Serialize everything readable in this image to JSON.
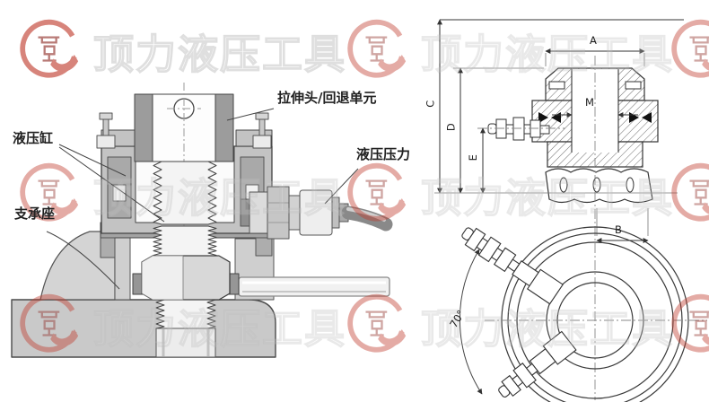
{
  "watermark": {
    "brand": "顶力液压工具",
    "logo": "dingli-circular-swoosh-logo",
    "red": "#c0392b",
    "dark_red": "#8e2a24"
  },
  "diagram": {
    "callouts": {
      "tension_head": "拉伸头/回退单元",
      "cylinder": "液压缸",
      "support_seat": "支承座",
      "hydraulic_pressure": "液压压力"
    },
    "dimensions": {
      "a": "A",
      "m": "M",
      "d": "D",
      "e": "E",
      "c": "C",
      "b": "B",
      "angle": "70°"
    }
  },
  "colors": {
    "outline": "#3a3a3a",
    "metal_mid": "#c3c3c3",
    "metal_dark": "#9c9c9c",
    "metal_light": "#e8e8e8",
    "hose": "#898989"
  }
}
